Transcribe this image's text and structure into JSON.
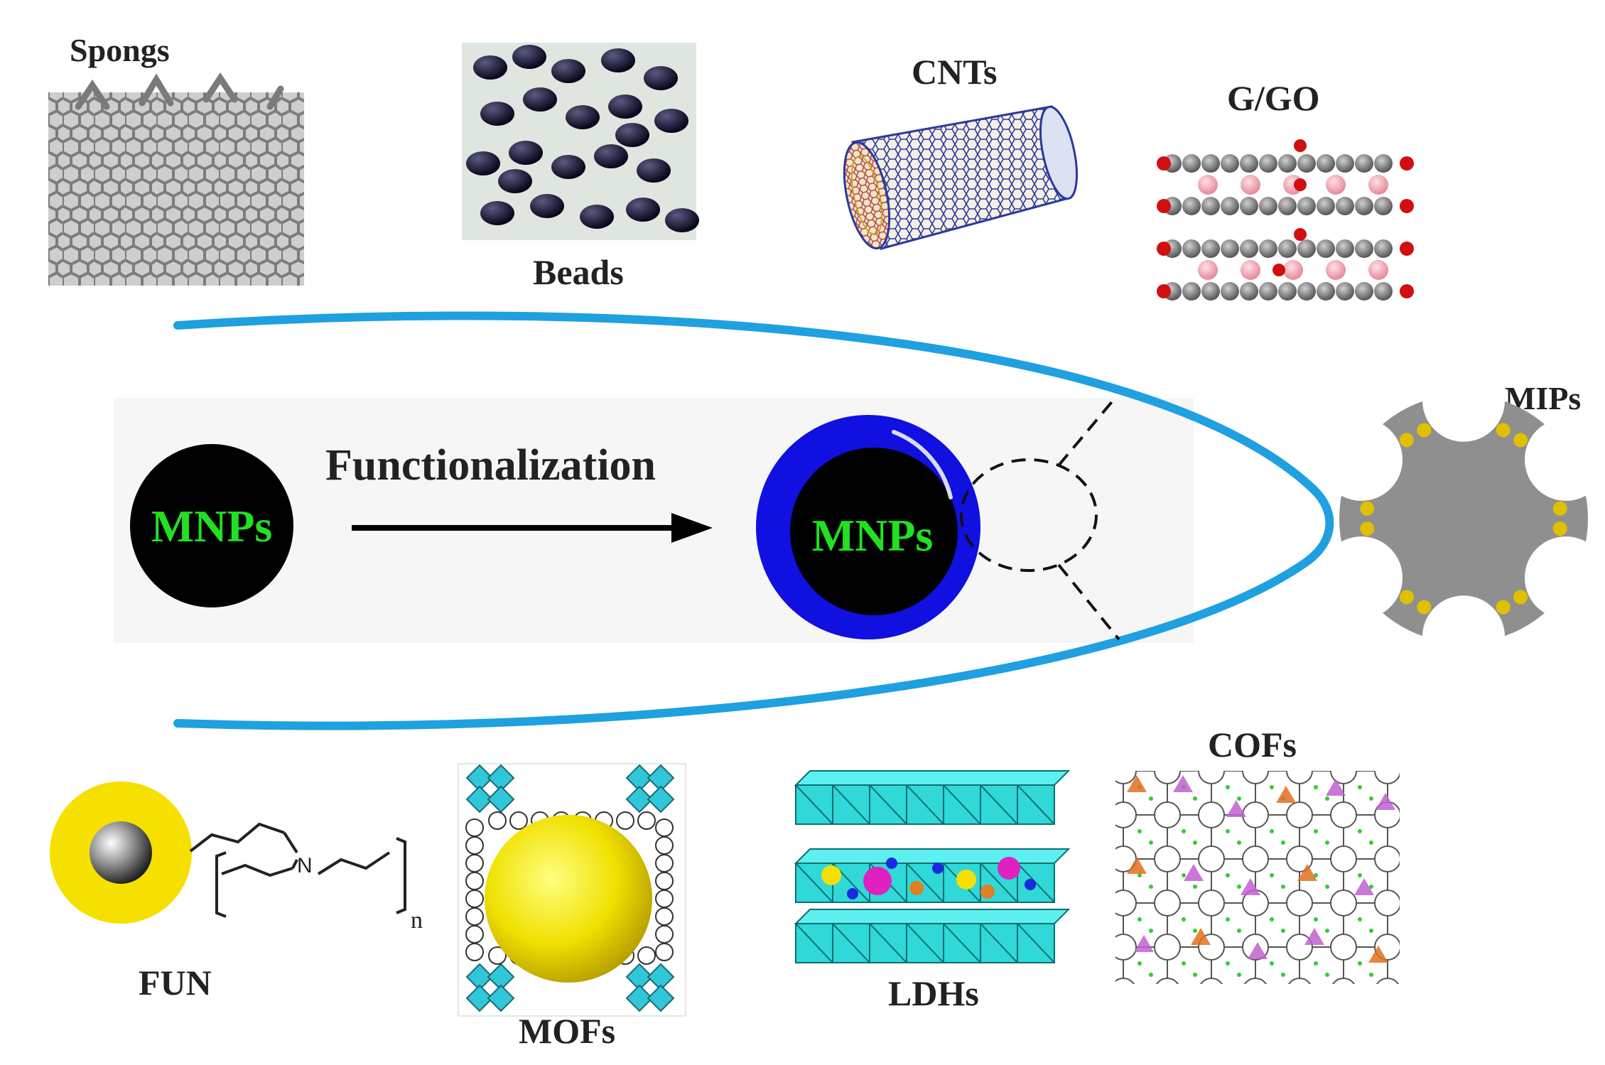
{
  "labels": {
    "spongs": "Spongs",
    "beads": "Beads",
    "cnts": "CNTs",
    "ggo": "G/GO",
    "mips": "MIPs",
    "functionalization": "Functionalization",
    "mnps_left": "MNPs",
    "mnps_center": "MNPs",
    "fun": "FUN",
    "mofs": "MOFs",
    "ldhs": "LDHs",
    "cofs": "COFs",
    "n_subscript": "n",
    "nitrogen": "N"
  },
  "colors": {
    "ellipse_outline": "#1fa0e0",
    "mnp_core": "#000000",
    "mnp_text": "#22e022",
    "shell_blue": "#1010e0",
    "fun_ring": "#f5e000",
    "mip_gray": "#8f8f8f",
    "mip_dot": "#e0c000",
    "ldh_cyan": "#30d8d8"
  }
}
